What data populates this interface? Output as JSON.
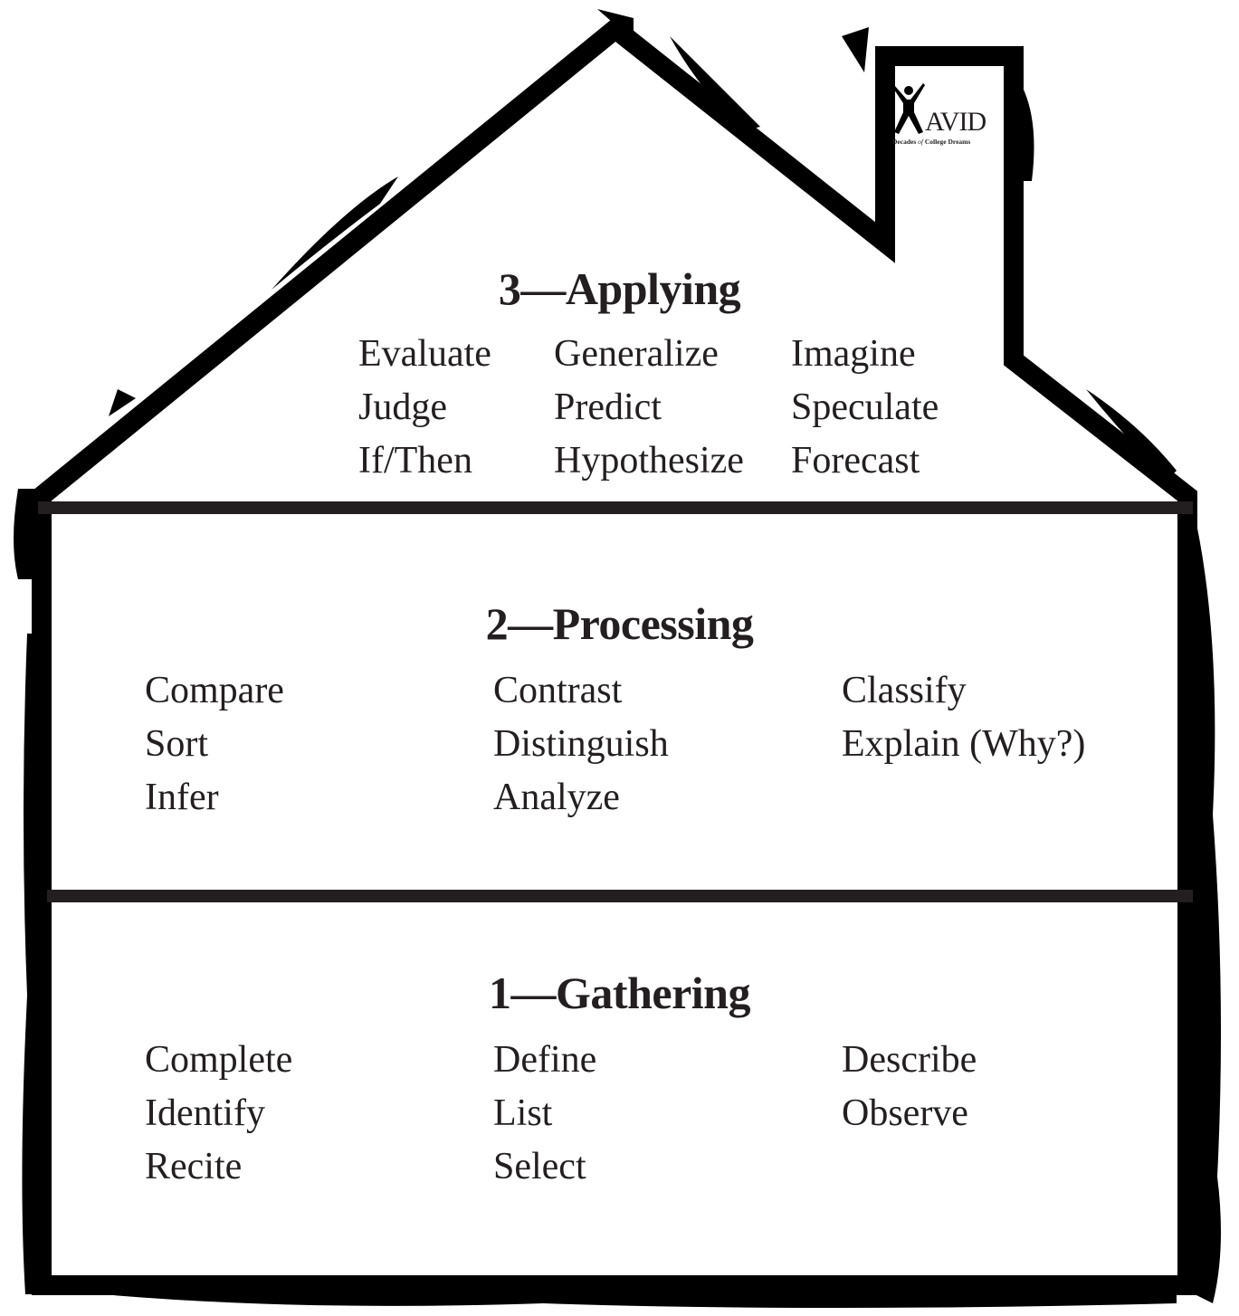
{
  "logo": {
    "name": "AVID",
    "tagline_before": "Decades",
    "tagline_italic": "of",
    "tagline_after": "College Dreams"
  },
  "levels": {
    "applying": {
      "title": "3—Applying",
      "words": [
        "Evaluate",
        "Generalize",
        "Imagine",
        "Judge",
        "Predict",
        "Speculate",
        "If/Then",
        "Hypothesize",
        "Forecast"
      ]
    },
    "processing": {
      "title": "2—Processing",
      "words": [
        "Compare",
        "Contrast",
        "Classify",
        "Sort",
        "Distinguish",
        "Explain (Why?)",
        "Infer",
        "Analyze"
      ]
    },
    "gathering": {
      "title": "1—Gathering",
      "words": [
        "Complete",
        "Define",
        "Describe",
        "Identify",
        "List",
        "Observe",
        "Recite",
        "Select"
      ]
    }
  },
  "colors": {
    "outline": "#000000",
    "divider": "#231f20",
    "text": "#231f20"
  }
}
